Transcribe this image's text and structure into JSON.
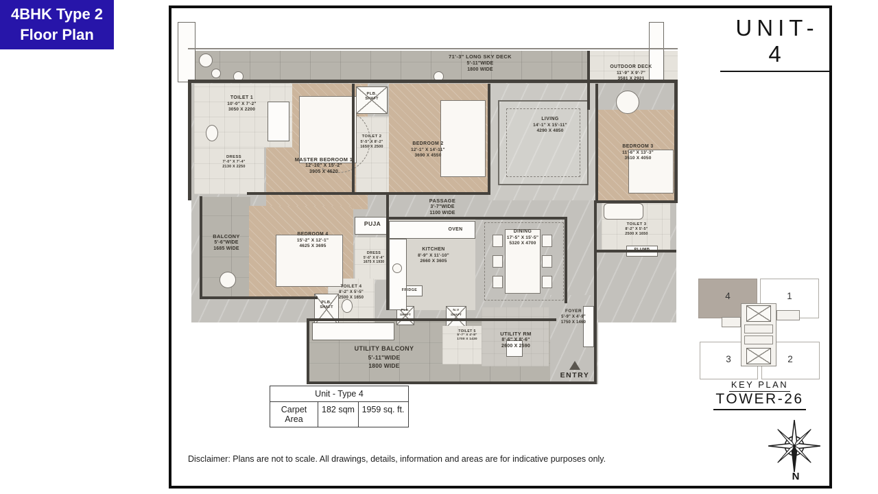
{
  "badge": {
    "line1": "4BHK Type 2",
    "line2": "Floor Plan"
  },
  "unit_title": "UNIT-4",
  "floor_plan": {
    "entry_label": "ENTRY",
    "rooms": [
      {
        "id": "sky_deck",
        "lines": [
          "71'-3\" LONG SKY DECK",
          "5'-11\"WIDE",
          "1800 WIDE"
        ]
      },
      {
        "id": "outdoor_deck",
        "lines": [
          "OUTDOOR DECK",
          "11'-9\" X 9'-7\"",
          "3581 X 2921"
        ]
      },
      {
        "id": "toilet_1",
        "lines": [
          "TOILET 1",
          "10'-0\" X 7'-2\"",
          "3050 X 2200"
        ]
      },
      {
        "id": "dress_master",
        "lines": [
          "DRESS",
          "7'-0\" X 7'-4\"",
          "2130 X 2250"
        ]
      },
      {
        "id": "master_bedroom_1",
        "lines": [
          "MASTER BEDROOM 1",
          "12'-10\" X 15'-2\"",
          "3905 X 4620"
        ]
      },
      {
        "id": "plb_shaft_top",
        "lines": [
          "PLB.",
          "SHAFT"
        ]
      },
      {
        "id": "toilet_2",
        "lines": [
          "TOILET 2",
          "5'-5\" X 8'-2\"",
          "1650 X 2500"
        ]
      },
      {
        "id": "bedroom_2",
        "lines": [
          "BEDROOM 2",
          "12'-1\" X 14'-11\"",
          "3690 X 4550"
        ]
      },
      {
        "id": "living",
        "lines": [
          "LIVING",
          "14'-1\" X 15'-11\"",
          "4290 X 4850"
        ]
      },
      {
        "id": "bedroom_3",
        "lines": [
          "BEDROOM 3",
          "11'-6\" X 13'-3\"",
          "3510 X 4050"
        ]
      },
      {
        "id": "balcony",
        "lines": [
          "BALCONY",
          "5'-6\"WIDE",
          "1685 WIDE"
        ]
      },
      {
        "id": "bedroom_4",
        "lines": [
          "BEDROOM 4",
          "15'-2\" X 12'-1\"",
          "4625 X 3695"
        ]
      },
      {
        "id": "puja",
        "lines": [
          "PUJA"
        ]
      },
      {
        "id": "dress_4",
        "lines": [
          "DRESS",
          "5'-6\" X 6'-4\"",
          "1675 X 1930"
        ]
      },
      {
        "id": "passage",
        "lines": [
          "PASSAGE",
          "3'-7\"WIDE",
          "1100 WIDE"
        ]
      },
      {
        "id": "oven",
        "lines": [
          "OVEN"
        ]
      },
      {
        "id": "kitchen",
        "lines": [
          "KITCHEN",
          "8'-9\" X 11'-10\"",
          "2660 X 3605"
        ]
      },
      {
        "id": "fridge",
        "lines": [
          "FRIDGE"
        ]
      },
      {
        "id": "dining",
        "lines": [
          "DINING",
          "17'-5\" X 15'-5\"",
          "5320 X 4700"
        ]
      },
      {
        "id": "toilet_3",
        "lines": [
          "TOILET 3",
          "8'-2\" X 5'-5\"",
          "2500 X 1650"
        ]
      },
      {
        "id": "plumb",
        "lines": [
          "PLUMB"
        ]
      },
      {
        "id": "toilet_4",
        "lines": [
          "TOILET 4",
          "8'-2\" X 5'-5\"",
          "2500 X 1650"
        ]
      },
      {
        "id": "plb_shaft_bottom",
        "lines": [
          "PLB.",
          "SHAFT"
        ]
      },
      {
        "id": "plb_shaft_small",
        "lines": [
          "PLB.",
          "SHAFT"
        ]
      },
      {
        "id": "nv_shaft",
        "lines": [
          "N.V",
          "SHAFT"
        ]
      },
      {
        "id": "toilet_5",
        "lines": [
          "TOILET 5",
          "5'-7\" X 4'-8\"",
          "1700 X 1430"
        ]
      },
      {
        "id": "utility_rm",
        "lines": [
          "UTILITY RM",
          "8'-6\" X 8'-6\"",
          "2600 X 2590"
        ]
      },
      {
        "id": "foyer",
        "lines": [
          "FOYER",
          "5'-9\" X 4'-9\"",
          "1750 X 1460"
        ]
      },
      {
        "id": "utility_balcony",
        "lines": [
          "UTILITY BALCONY",
          "5'-11\"WIDE",
          "1800 WIDE"
        ]
      }
    ]
  },
  "area_table": {
    "header": "Unit - Type 4",
    "cells": [
      "Carpet Area",
      "182 sqm",
      "1959 sq. ft."
    ]
  },
  "key_plan": {
    "units": [
      {
        "label": "4",
        "highlighted": true
      },
      {
        "label": "1"
      },
      {
        "label": "3"
      },
      {
        "label": "2"
      }
    ],
    "label": "KEY PLAN",
    "tower": "TOWER-26"
  },
  "compass": {
    "north_label": "N"
  },
  "disclaimer": "Disclaimer: Plans are not to scale. All drawings, details, information and areas are for indicative purposes only.",
  "colors": {
    "badge_blue": "#2715a9",
    "wood_floor": "#ccb59c",
    "marble_floor": "#c3c1bc",
    "deck_floor": "#b7b4ac",
    "wall": "#44413c",
    "keyplan_highlight": "#b1a89f"
  }
}
